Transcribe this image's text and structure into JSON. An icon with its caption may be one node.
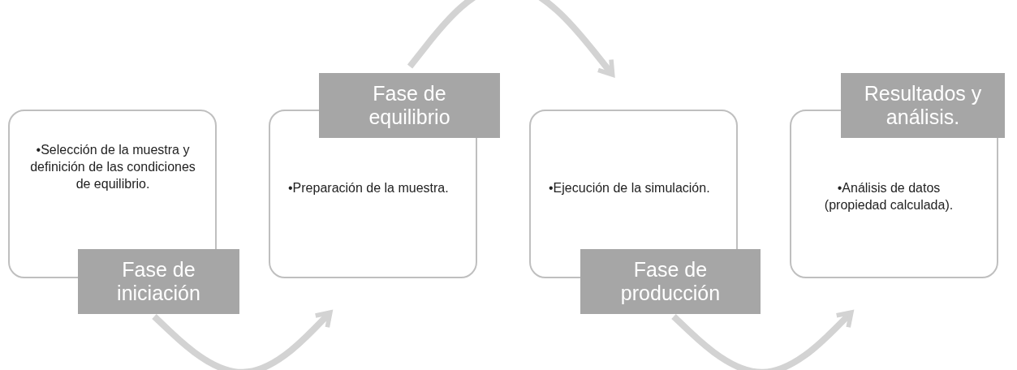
{
  "diagram": {
    "nodes": [
      {
        "text": [
          "•Selección de la muestra y definición de las condiciones de equilibrio.",
          "Fase de iniciación"
        ]
      },
      {
        "text": [
          "Fase de equilibrio",
          "•Preparación de la muestra."
        ]
      },
      {
        "text": [
          "•Ejecución de la simulación.",
          "Fase de producción"
        ]
      },
      {
        "text": [
          "Resultados y análisis.",
          "•Análisis de datos (propiedad calculada)."
        ]
      }
    ],
    "edges": [
      {
        "from": 0,
        "to": 1,
        "arrow": "to"
      },
      {
        "from": 1,
        "to": 2,
        "arrow": "to"
      },
      {
        "from": 2,
        "to": 3,
        "arrow": "to"
      }
    ]
  }
}
